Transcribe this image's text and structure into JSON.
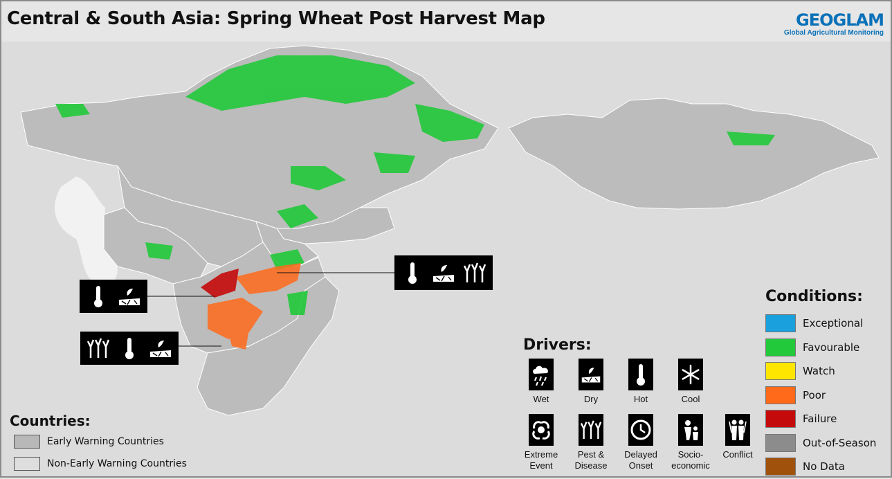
{
  "map": {
    "title": "Central & South Asia: Spring Wheat Post Harvest Map",
    "logo": {
      "mark": "GEOGLAM",
      "subtitle": "Global Agricultural Monitoring"
    }
  },
  "conditions": {
    "title": "Conditions:",
    "items": [
      {
        "label": "Exceptional",
        "color": "#1aa0dc"
      },
      {
        "label": "Favourable",
        "color": "#22c93a"
      },
      {
        "label": "Watch",
        "color": "#ffe600"
      },
      {
        "label": "Poor",
        "color": "#ff6a1a"
      },
      {
        "label": "Failure",
        "color": "#c40a0a"
      },
      {
        "label": "Out-of-Season",
        "color": "#8c8c8c"
      },
      {
        "label": "No Data",
        "color": "#a0520c"
      }
    ]
  },
  "drivers": {
    "title": "Drivers:",
    "items": [
      {
        "label": "Wet",
        "icon": "wet-icon"
      },
      {
        "label": "Dry",
        "icon": "dry-icon"
      },
      {
        "label": "Hot",
        "icon": "hot-icon"
      },
      {
        "label": "Cool",
        "icon": "cool-icon"
      },
      {
        "label": "Extreme Event",
        "icon": "extreme-event-icon"
      },
      {
        "label": "Pest & Disease",
        "icon": "pest-disease-icon"
      },
      {
        "label": "Delayed Onset",
        "icon": "delayed-onset-icon"
      },
      {
        "label": "Socio-economic",
        "icon": "socio-economic-icon"
      },
      {
        "label": "Conflict",
        "icon": "conflict-icon"
      }
    ]
  },
  "countries": {
    "title": "Countries:",
    "items": [
      {
        "label": "Early Warning Countries",
        "color": "#b8b8b8"
      },
      {
        "label": "Non-Early Warning Countries",
        "color": "#dedede"
      }
    ]
  },
  "callouts": [
    {
      "region": "north-afghanistan",
      "drivers": [
        "hot-icon",
        "dry-icon",
        "pest-disease-icon"
      ]
    },
    {
      "region": "north-west-afghanistan",
      "drivers": [
        "hot-icon",
        "dry-icon"
      ]
    },
    {
      "region": "south-west-afghanistan",
      "drivers": [
        "pest-disease-icon",
        "hot-icon",
        "dry-icon"
      ]
    }
  ]
}
